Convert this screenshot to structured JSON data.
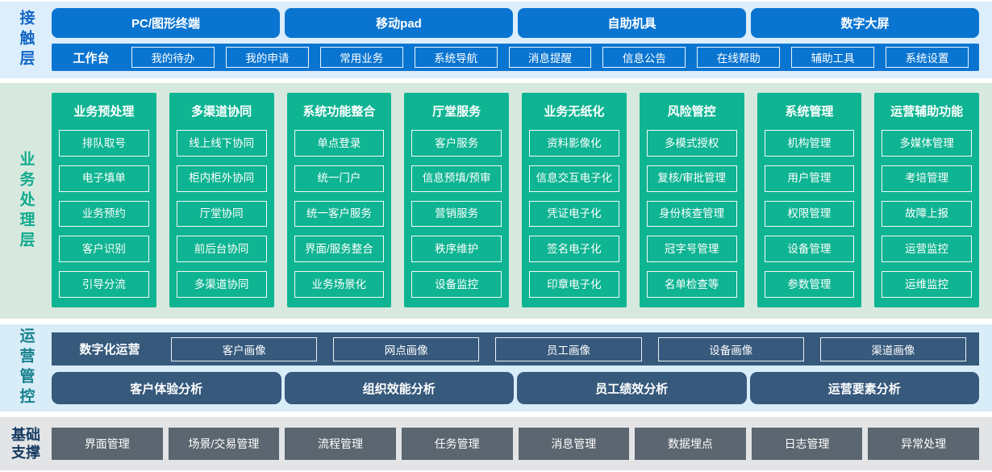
{
  "colors": {
    "accent_blue": "#0a75d1",
    "accent_green": "#0fb492",
    "accent_navy": "#36597c",
    "accent_gray": "#5b6670",
    "band_blue": "#dceefb",
    "band_green": "#d7e9df",
    "band_cyan": "#d8edf8",
    "band_gray": "#e2e4e6"
  },
  "contact_layer": {
    "label": "接触层",
    "terminals": [
      "PC/图形终端",
      "移动pad",
      "自助机具",
      "数字大屏"
    ],
    "workbench": {
      "label": "工作台",
      "items": [
        "我的待办",
        "我的申请",
        "常用业务",
        "系统导航",
        "消息提醒",
        "信息公告",
        "在线帮助",
        "辅助工具",
        "系统设置"
      ]
    }
  },
  "business_layer": {
    "label": "业务处理层",
    "columns": [
      {
        "title": "业务预处理",
        "items": [
          "排队取号",
          "电子填单",
          "业务预约",
          "客户识别",
          "引导分流"
        ]
      },
      {
        "title": "多渠道协同",
        "items": [
          "线上线下协同",
          "柜内柜外协同",
          "厅堂协同",
          "前后台协同",
          "多渠道协同"
        ]
      },
      {
        "title": "系统功能整合",
        "items": [
          "单点登录",
          "统一门户",
          "统一客户服务",
          "界面/服务整合",
          "业务场景化"
        ]
      },
      {
        "title": "厅堂服务",
        "items": [
          "客户服务",
          "信息预填/预审",
          "营销服务",
          "秩序维护",
          "设备监控"
        ]
      },
      {
        "title": "业务无纸化",
        "items": [
          "资料影像化",
          "信息交互电子化",
          "凭证电子化",
          "签名电子化",
          "印章电子化"
        ]
      },
      {
        "title": "风险管控",
        "items": [
          "多模式授权",
          "复核/审批管理",
          "身份核查管理",
          "冠字号管理",
          "名单检查等"
        ]
      },
      {
        "title": "系统管理",
        "items": [
          "机构管理",
          "用户管理",
          "权限管理",
          "设备管理",
          "参数管理"
        ]
      },
      {
        "title": "运营辅助功能",
        "items": [
          "多媒体管理",
          "考培管理",
          "故障上报",
          "运营监控",
          "运维监控"
        ]
      }
    ]
  },
  "operations_layer": {
    "label": "运营管控",
    "digital_ops": {
      "label": "数字化运营",
      "items": [
        "客户画像",
        "网点画像",
        "员工画像",
        "设备画像",
        "渠道画像"
      ]
    },
    "analysis": [
      "客户体验分析",
      "组织效能分析",
      "员工绩效分析",
      "运营要素分析"
    ]
  },
  "foundation_layer": {
    "label": "基础支撑",
    "items": [
      "界面管理",
      "场景/交易管理",
      "流程管理",
      "任务管理",
      "消息管理",
      "数据埋点",
      "日志管理",
      "异常处理"
    ]
  }
}
